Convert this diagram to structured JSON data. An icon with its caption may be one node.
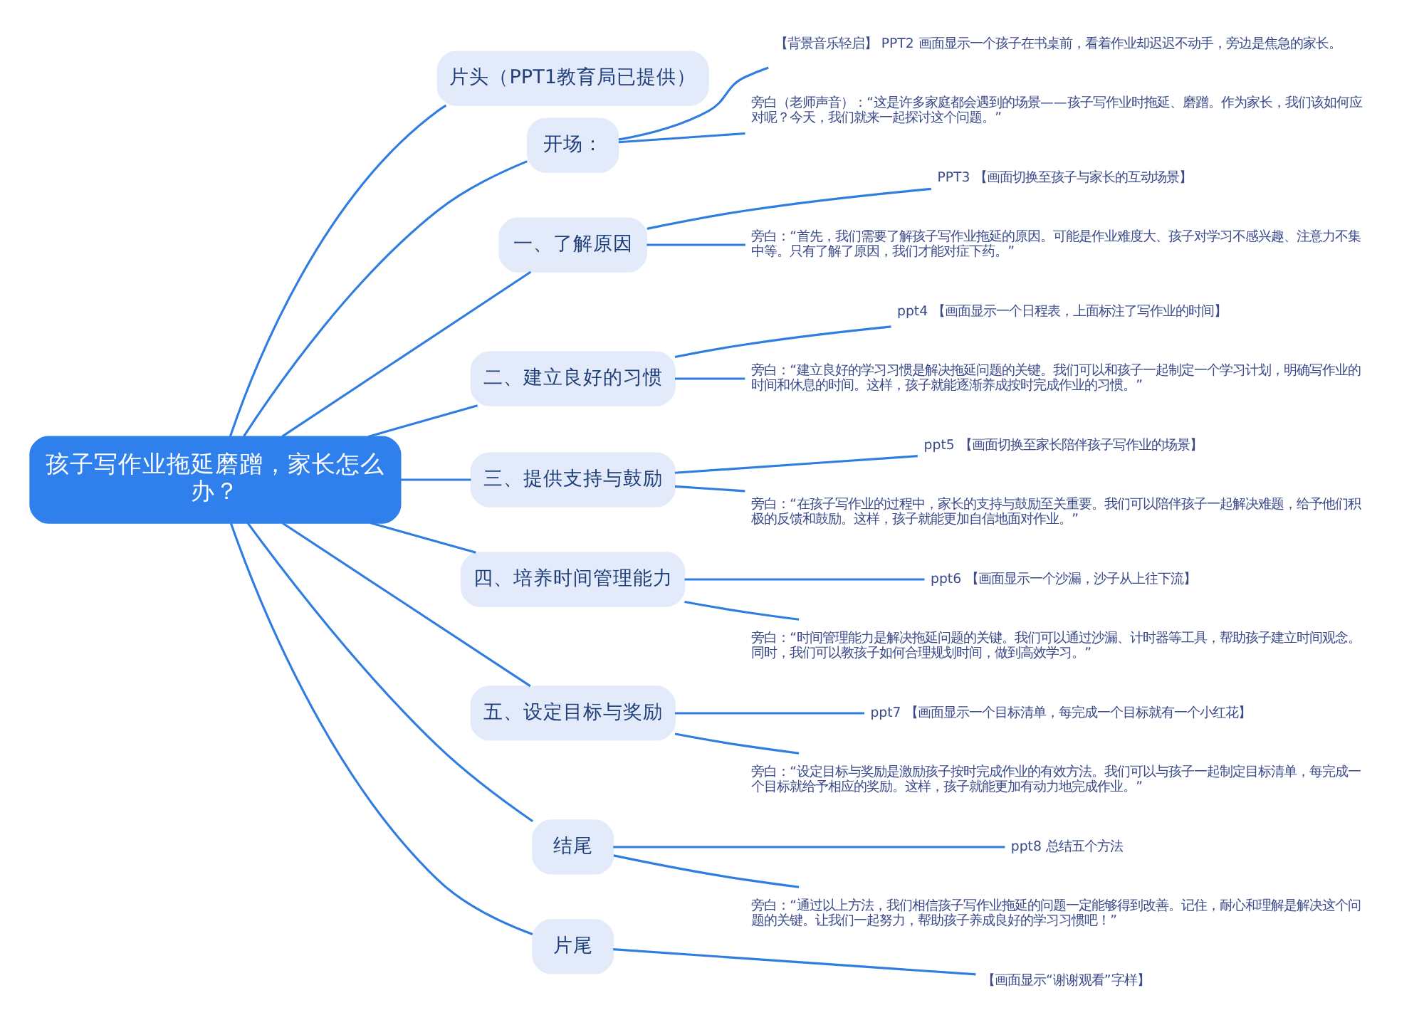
{
  "diagram": {
    "nodes": [
      {
        "text": [
          "孩子写作业拖延磨蹭，家长怎么办？"
        ]
      },
      {
        "text": [
          "片头（PPT1教育局已提供）"
        ]
      },
      {
        "text": [
          "开场："
        ]
      },
      {
        "text": [
          "【背景音乐轻启】 PPT2 画面显示一个孩子在书桌前，看着作业却迟迟不动手，旁边是焦急的家长。"
        ]
      },
      {
        "text": [
          "旁白（老师声音）：“这是许多家庭都会遇到的场景——孩子写作业时拖延、磨蹭。作为家长，我们该如何应对呢？今天，我们就来一起探讨这个问题。”"
        ]
      },
      {
        "text": [
          "一、了解原因"
        ]
      },
      {
        "text": [
          "PPT3 【画面切换至孩子与家长的互动场景】"
        ]
      },
      {
        "text": [
          "旁白：“首先，我们需要了解孩子写作业拖延的原因。可能是作业难度大、孩子对学习不感兴趣、注意力不集中等。只有了解了原因，我们才能对症下药。”"
        ]
      },
      {
        "text": [
          "二、建立良好的习惯"
        ]
      },
      {
        "text": [
          "ppt4 【画面显示一个日程表，上面标注了写作业的时间】"
        ]
      },
      {
        "text": [
          "旁白：“建立良好的学习习惯是解决拖延问题的关键。我们可以和孩子一起制定一个学习计划，明确写作业的时间和休息的时间。这样，孩子就能逐渐养成按时完成作业的习惯。”"
        ]
      },
      {
        "text": [
          "三、提供支持与鼓励"
        ]
      },
      {
        "text": [
          "ppt5 【画面切换至家长陪伴孩子写作业的场景】"
        ]
      },
      {
        "text": [
          "旁白：“在孩子写作业的过程中，家长的支持与鼓励至关重要。我们可以陪伴孩子一起解决难题，给予他们积极的反馈和鼓励。这样，孩子就能更加自信地面对作业。”"
        ]
      },
      {
        "text": [
          "四、培养时间管理能力"
        ]
      },
      {
        "text": [
          "ppt6 【画面显示一个沙漏，沙子从上往下流】"
        ]
      },
      {
        "text": [
          "旁白：“时间管理能力是解决拖延问题的关键。我们可以通过沙漏、计时器等工具，帮助孩子建立时间观念。同时，我们可以教孩子如何合理规划时间，做到高效学习。”"
        ]
      },
      {
        "text": [
          "五、设定目标与奖励"
        ]
      },
      {
        "text": [
          "ppt7 【画面显示一个目标清单，每完成一个目标就有一个小红花】"
        ]
      },
      {
        "text": [
          "旁白：“设定目标与奖励是激励孩子按时完成作业的有效方法。我们可以与孩子一起制定目标清单，每完成一个目标就给予相应的奖励。这样，孩子就能更加有动力地完成作业。”"
        ]
      },
      {
        "text": [
          "结尾"
        ]
      },
      {
        "text": [
          "ppt8 总结五个方法"
        ]
      },
      {
        "text": [
          "旁白：“通过以上方法，我们相信孩子写作业拖延的问题一定能够得到改善。记住，耐心和理解是解决这个问题的关键。让我们一起努力，帮助孩子养成良好的学习习惯吧！”"
        ]
      },
      {
        "text": [
          "片尾"
        ]
      },
      {
        "text": [
          "【画面显示“谢谢观看”字样】"
        ]
      }
    ],
    "edges": [
      {
        "from": 0,
        "to": 1,
        "arrow": "none"
      },
      {
        "from": 0,
        "to": 2,
        "arrow": "none"
      },
      {
        "from": 2,
        "to": 3,
        "arrow": "none"
      },
      {
        "from": 2,
        "to": 4,
        "arrow": "none"
      },
      {
        "from": 0,
        "to": 5,
        "arrow": "none"
      },
      {
        "from": 5,
        "to": 6,
        "arrow": "none"
      },
      {
        "from": 5,
        "to": 7,
        "arrow": "none"
      },
      {
        "from": 0,
        "to": 8,
        "arrow": "none"
      },
      {
        "from": 8,
        "to": 9,
        "arrow": "none"
      },
      {
        "from": 8,
        "to": 10,
        "arrow": "none"
      },
      {
        "from": 0,
        "to": 11,
        "arrow": "none"
      },
      {
        "from": 11,
        "to": 12,
        "arrow": "none"
      },
      {
        "from": 11,
        "to": 13,
        "arrow": "none"
      },
      {
        "from": 0,
        "to": 14,
        "arrow": "none"
      },
      {
        "from": 14,
        "to": 15,
        "arrow": "none"
      },
      {
        "from": 14,
        "to": 16,
        "arrow": "none"
      },
      {
        "from": 0,
        "to": 17,
        "arrow": "none"
      },
      {
        "from": 17,
        "to": 18,
        "arrow": "none"
      },
      {
        "from": 17,
        "to": 19,
        "arrow": "none"
      },
      {
        "from": 0,
        "to": 20,
        "arrow": "none"
      },
      {
        "from": 20,
        "to": 21,
        "arrow": "none"
      },
      {
        "from": 20,
        "to": 22,
        "arrow": "none"
      },
      {
        "from": 0,
        "to": 23,
        "arrow": "none"
      },
      {
        "from": 23,
        "to": 24,
        "arrow": "none"
      }
    ]
  }
}
